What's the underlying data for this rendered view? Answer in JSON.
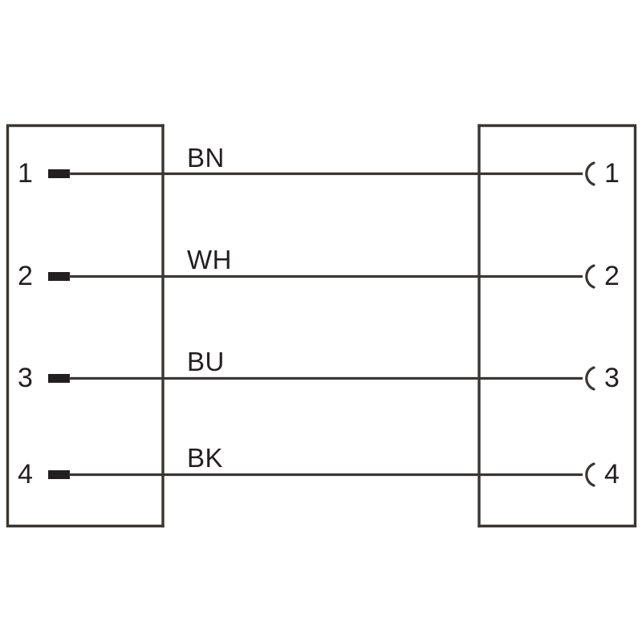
{
  "diagram": {
    "title": "4-pin connector wiring diagram",
    "background_color": "#ffffff",
    "line_color": "#3a3633",
    "text_color": "#231f20",
    "left_connector": {
      "name": "male-pin-connector",
      "terminal_type": "pin",
      "pins": [
        {
          "number": "1"
        },
        {
          "number": "2"
        },
        {
          "number": "3"
        },
        {
          "number": "4"
        }
      ]
    },
    "right_connector": {
      "name": "female-socket-connector",
      "terminal_type": "socket",
      "pins": [
        {
          "number": "1"
        },
        {
          "number": "2"
        },
        {
          "number": "3"
        },
        {
          "number": "4"
        }
      ]
    },
    "wires": [
      {
        "label": "BN",
        "color_name": "brown",
        "from_pin": "1",
        "to_pin": "1"
      },
      {
        "label": "WH",
        "color_name": "white",
        "from_pin": "2",
        "to_pin": "2"
      },
      {
        "label": "BU",
        "color_name": "blue",
        "from_pin": "3",
        "to_pin": "3"
      },
      {
        "label": "BK",
        "color_name": "black",
        "from_pin": "4",
        "to_pin": "4"
      }
    ]
  }
}
